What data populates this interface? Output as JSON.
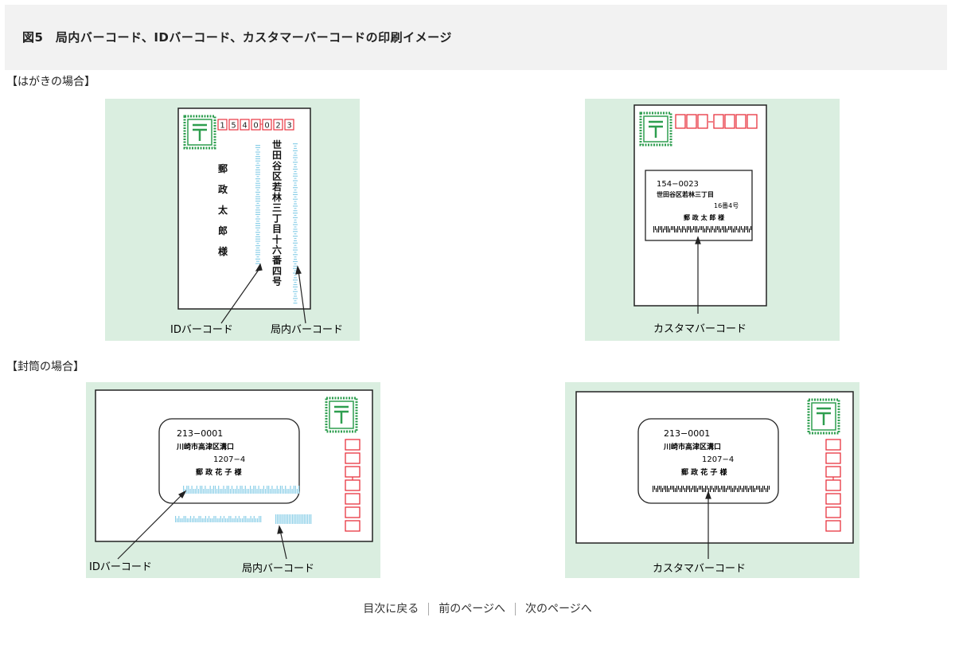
{
  "figure": {
    "title": "図5　局内バーコード、IDバーコード、カスタマーバーコードの印刷イメージ"
  },
  "sections": {
    "postcard_label": "【はがきの場合】",
    "envelope_label": "【封筒の場合】"
  },
  "postcard_vertical": {
    "zip_digits": [
      "1",
      "5",
      "4",
      "0",
      "0",
      "2",
      "3"
    ],
    "address_line": "世田谷区若林三丁目十六番四号",
    "recipient": "郵政太郎様",
    "callout_id": "IDバーコード",
    "callout_internal": "局内バーコード"
  },
  "postcard_horizontal": {
    "zip": "154−0023",
    "address_line1": "世田谷区若林三丁目",
    "address_line2": "16番4号",
    "recipient": "郵 政 太 郎 様",
    "callout_customer": "カスタマバーコード"
  },
  "envelope_left": {
    "zip": "213−0001",
    "address_line1": "川崎市高津区溝口",
    "address_line2": "1207−4",
    "recipient": "郵 政 花 子 様",
    "callout_id": "IDバーコード",
    "callout_internal": "局内バーコード"
  },
  "envelope_right": {
    "zip": "213−0001",
    "address_line1": "川崎市高津区溝口",
    "address_line2": "1207−4",
    "recipient": "郵 政 花 子 様",
    "callout_customer": "カスタマバーコード"
  },
  "nav": {
    "toc": "目次に戻る",
    "prev": "前のページへ",
    "next": "次のページへ"
  },
  "colors": {
    "panel_bg": "#daeee0",
    "stamp_green": "#2e9e4f",
    "zip_red": "#e8343f",
    "barcode_blue": "#8ccfe8"
  }
}
